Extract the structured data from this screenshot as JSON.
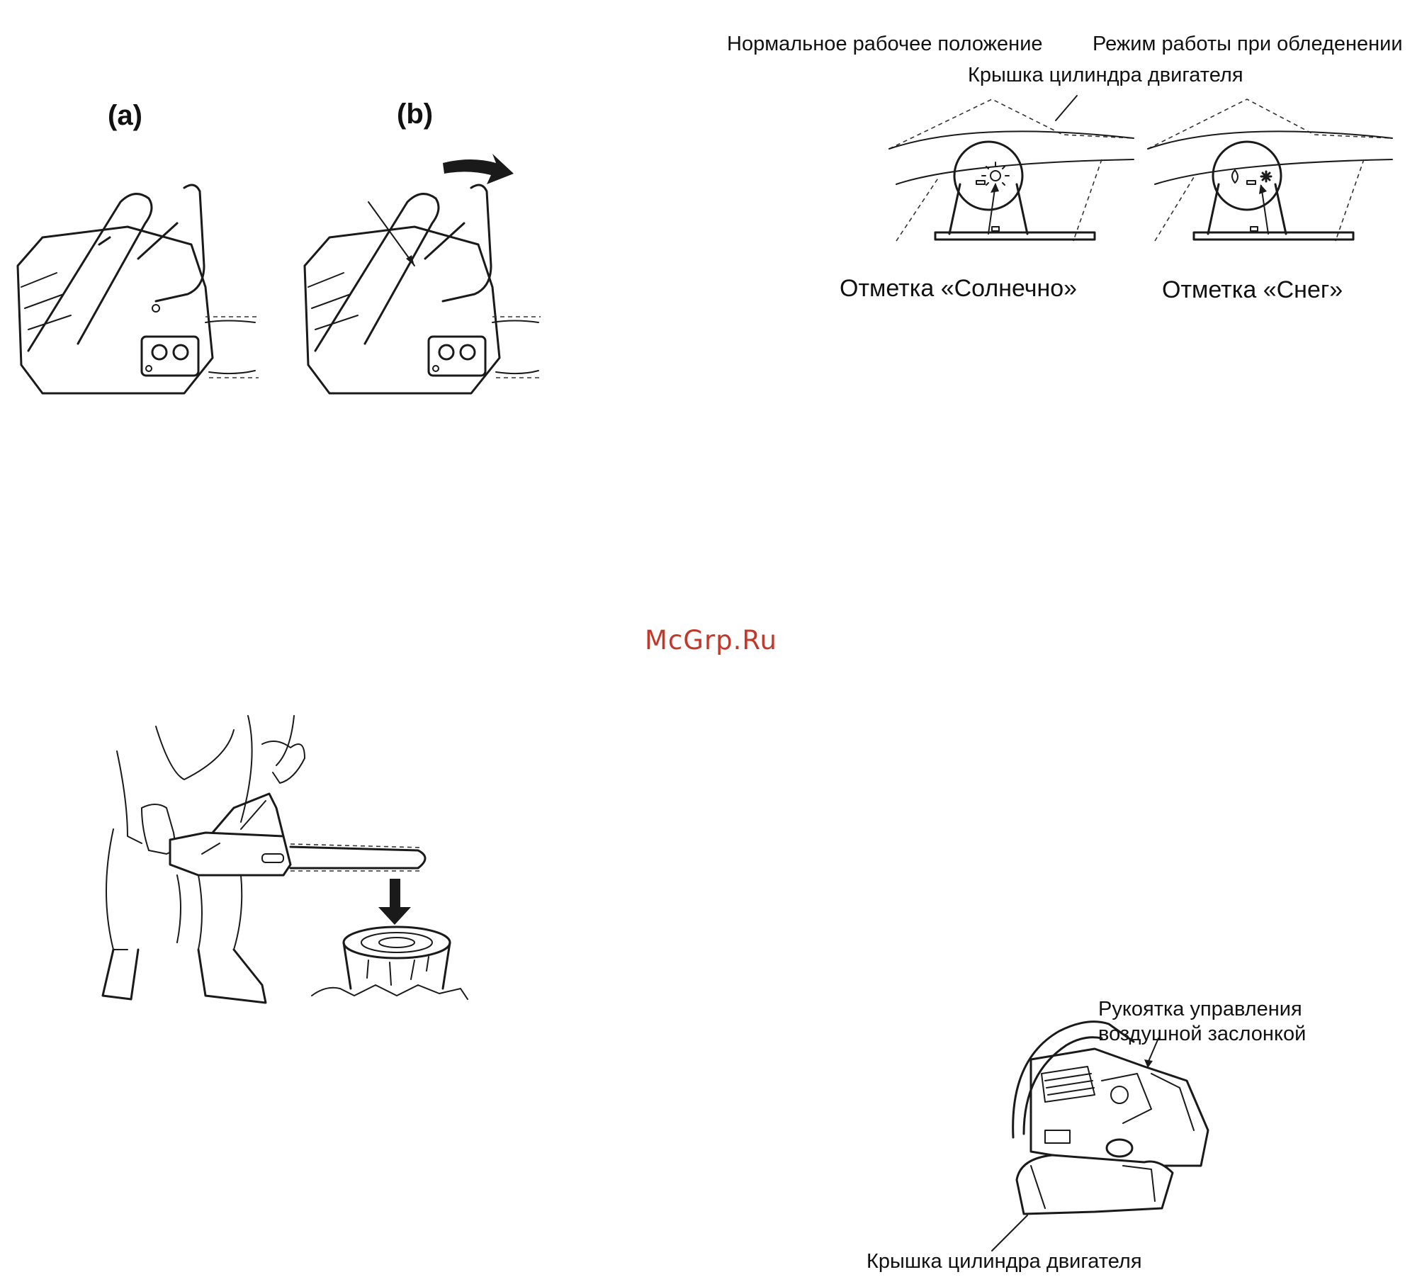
{
  "figure_top_left": {
    "label_a": "(a)",
    "label_b": "(b)"
  },
  "figure_top_right": {
    "caption_normal": "Нормальное рабочее положение",
    "caption_icing": "Режим работы при обледенении",
    "caption_cover": "Крышка цилиндра двигателя",
    "mark_sunny": "Отметка «Солнечно»",
    "mark_snow": "Отметка «Снег»"
  },
  "watermark": "McGrp.Ru",
  "figure_bottom_right": {
    "choke_handle": "Рукоятка управления",
    "choke_handle_2": "воздушной заслонкой",
    "cylinder_cover": "Крышка цилиндра двигателя"
  }
}
